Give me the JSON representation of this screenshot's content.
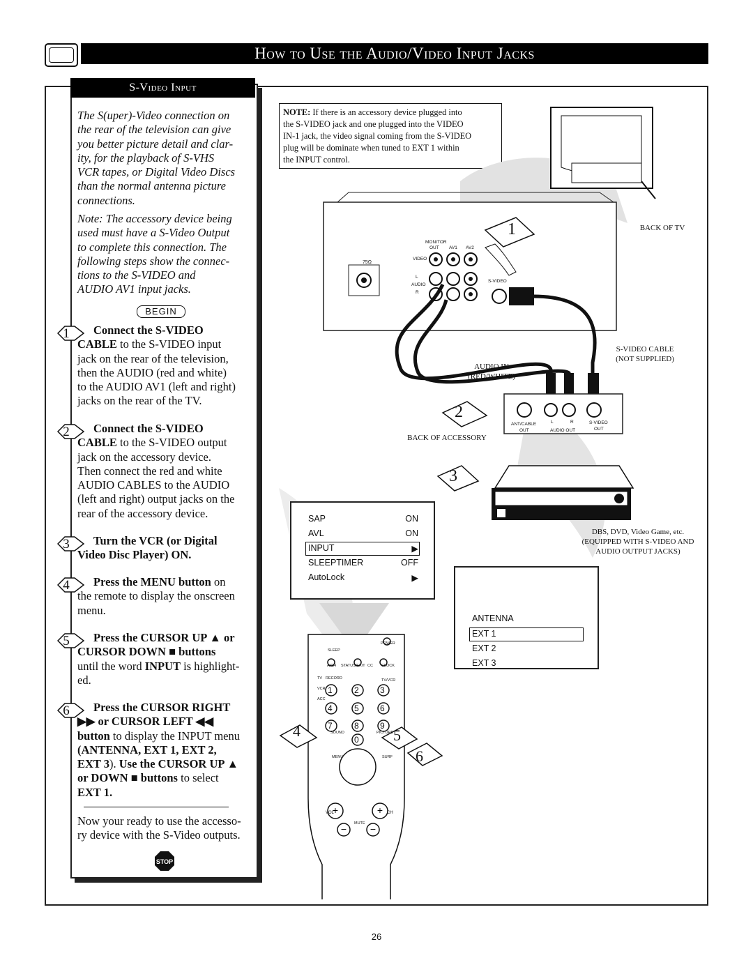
{
  "header": {
    "title": "How to Use the Audio/Video Input Jacks"
  },
  "panel": {
    "tab_title": "S-Video Input",
    "intro": [
      "The S(uper)-Video connection on",
      "the rear of the television can give",
      "you better picture detail and clar-",
      "ity, for the playback of S-VHS",
      "VCR tapes, or Digital Video Discs",
      "than the normal antenna picture",
      "connections."
    ],
    "note": [
      "Note: The accessory device being",
      "used must have a S-Video Output",
      "to complete this connection. The",
      "following steps show the connec-",
      "tions to the S-VIDEO  and",
      "AUDIO AV1 input jacks."
    ],
    "begin": "BEGIN",
    "steps": [
      {
        "num": "1",
        "bold": "Connect the S-VIDEO",
        "lines": [
          "<b>CABLE</b> to the S-VIDEO input",
          "jack on the rear of the television,",
          "then the AUDIO (red and white)",
          "to the AUDIO AV1 (left and right)",
          "jacks on the rear of the TV."
        ]
      },
      {
        "num": "2",
        "bold": "Connect the S-VIDEO",
        "lines": [
          "<b>CABLE</b> to the S-VIDEO output",
          "jack on the accessory device.",
          "Then connect the red and white",
          "AUDIO CABLES to the AUDIO",
          "(left and right) output jacks on the",
          "rear of the accessory device."
        ]
      },
      {
        "num": "3",
        "bold": "Turn the VCR (or Digital",
        "lines": [
          "<b>Video Disc Player) ON.</b>"
        ]
      },
      {
        "num": "4",
        "bold": "Press the MENU button",
        "tail": " on",
        "lines": [
          "the remote to display the onscreen",
          "menu."
        ]
      },
      {
        "num": "5",
        "bold": "Press the CURSOR UP ▲ or",
        "lines": [
          "<b>CURSOR DOWN ■ buttons</b>",
          "until the word <b>INPUT</b> is highlight-",
          "ed."
        ]
      },
      {
        "num": "6",
        "bold": "Press the CURSOR RIGHT",
        "lines": [
          "<b>▶▶ or CURSOR LEFT ◀◀</b>",
          "<b>button</b> to display the INPUT  menu",
          "<b>(ANTENNA, EXT 1, EXT 2,</b>",
          "<b>EXT 3</b>). <b>Use the CURSOR UP ▲</b>",
          "<b>or DOWN ■ buttons</b> to select",
          "<b>EXT 1.</b>"
        ]
      }
    ],
    "outro": [
      "Now your ready to use the accesso-",
      "ry device with the S-Video outputs."
    ],
    "stop": "STOP"
  },
  "note_box": {
    "prefix": "NOTE:",
    "lines": [
      " If there is an accessory device plugged into",
      "the S-VIDEO jack and one plugged into the VIDEO",
      "IN-1 jack, the video signal coming from the S-VIDEO",
      "plug will be dominate when tuned to EXT 1 within",
      "the INPUT control."
    ]
  },
  "diagram": {
    "back_of_tv": "BACK OF TV",
    "svideo_cable": [
      "S-VIDEO CABLE",
      "(NOT SUPPLIED)"
    ],
    "audio_in": [
      "AUDIO IN",
      "(RED/WHITE)"
    ],
    "back_of_accessory": "BACK OF ACCESSORY",
    "accessory_desc": [
      "DBS, DVD, Video Game, etc.",
      "(EQUIPPED WITH S-VIDEO AND",
      "AUDIO OUTPUT JACKS)"
    ],
    "tv_panel": {
      "monitor": "MONITOR",
      "out": "OUT",
      "av1": "AV1",
      "av2": "AV2",
      "video": "VIDEO",
      "l": "L",
      "audio": "AUDIO",
      "r": "R",
      "svideo": "S-VIDEO",
      "ohm": "75Ω"
    },
    "acc_panel": {
      "ant_cable": "ANT/CABLE",
      "out": "OUT",
      "l": "L",
      "r": "R",
      "audio_out": "AUDIO OUT",
      "svideo": "S-VIDEO",
      "svideo_out": "OUT"
    },
    "callouts": [
      "1",
      "2",
      "3",
      "4",
      "5",
      "6"
    ]
  },
  "menu1": {
    "rows": [
      {
        "label": "SAP",
        "value": "ON"
      },
      {
        "label": "AVL",
        "value": "ON"
      },
      {
        "label": "INPUT",
        "value": "▶"
      },
      {
        "label": "SLEEPTIMER",
        "value": "OFF"
      },
      {
        "label": "AutoLock",
        "value": "▶"
      }
    ],
    "highlight_index": 2
  },
  "menu2": {
    "items": [
      "ANTENNA",
      "EXT 1",
      "EXT 2",
      "EXT 3"
    ],
    "highlight_index": 1
  },
  "remote": {
    "power": "POWER",
    "sleep": "SLEEP",
    "ach": "A/CH",
    "status": "STATUS/EXIT",
    "cc": "CC",
    "clock": "CLOCK",
    "tv": "TV",
    "vcr": "VCR",
    "acc": "ACC",
    "record": "RECORD",
    "tvvcr": "TV/VCR",
    "digits": [
      "1",
      "2",
      "3",
      "4",
      "5",
      "6",
      "7",
      "8",
      "9",
      "0"
    ],
    "sound": "SOUND",
    "picture": "PICTURE",
    "menu": "MENU",
    "surf": "SURF",
    "vol": "VOL",
    "ch": "CH",
    "mute": "MUTE"
  },
  "page_number": "26"
}
